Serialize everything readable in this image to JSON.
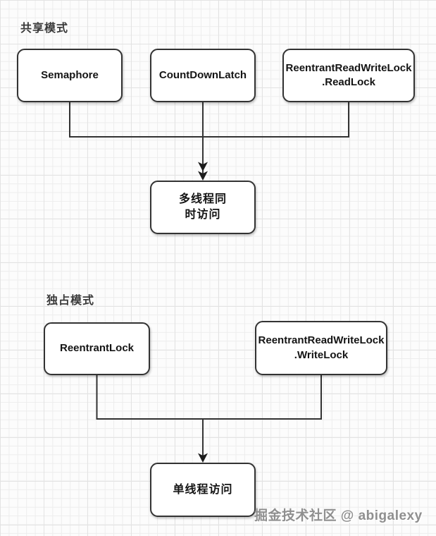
{
  "diagram": {
    "sections": [
      {
        "label": "共享模式",
        "nodes": [
          {
            "name": "semaphore",
            "lines": [
              "Semaphore"
            ]
          },
          {
            "name": "countdownlatch",
            "lines": [
              "CountDownLatch"
            ]
          },
          {
            "name": "reentrant-readwritelock-readlock",
            "lines": [
              "ReentrantReadWriteLock",
              ".ReadLock"
            ]
          }
        ],
        "result": {
          "name": "multi-thread-access",
          "lines": [
            "多线程同",
            "时访问"
          ]
        }
      },
      {
        "label": "独占模式",
        "nodes": [
          {
            "name": "reentrantlock",
            "lines": [
              "ReentrantLock"
            ]
          },
          {
            "name": "reentrant-readwritelock-writelock",
            "lines": [
              "ReentrantReadWriteLock",
              ".WriteLock"
            ]
          }
        ],
        "result": {
          "name": "single-thread-access",
          "lines": [
            "单线程访问"
          ]
        }
      }
    ]
  },
  "watermark": {
    "text": "掘金技术社区 @ abigalexy"
  },
  "colors": {
    "line": "#333333",
    "box_border": "#333333",
    "box_fill": "#ffffff",
    "text": "#141414",
    "section_label": "#3a3a3a",
    "grid": "#ededed",
    "background": "#fcfcfc",
    "watermark": "#8f8f8f"
  }
}
